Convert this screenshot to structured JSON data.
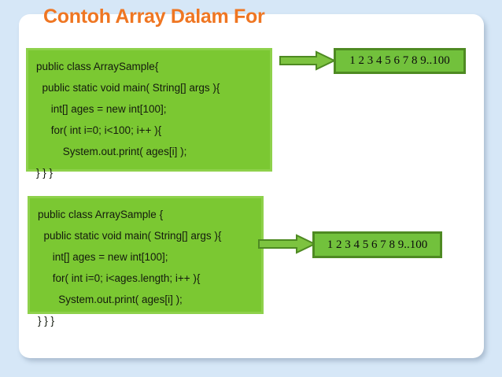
{
  "slide": {
    "title": "Contoh Array Dalam For",
    "background_color": "#d6e7f7",
    "surface_color": "#ffffff",
    "title_color": "#ef7622"
  },
  "code_blocks": [
    {
      "name": "array-sample-fixed-bound",
      "fill_color": "#7bc832",
      "border_color": "#8ed14b",
      "code": "public class ArraySample{\n  public static void main( String[] args ){\n     int[] ages = new int[100];\n     for( int i=0; i<100; i++ ){\n         System.out.print( ages[i] );\n} } }"
    },
    {
      "name": "array-sample-length-bound",
      "fill_color": "#7bc832",
      "border_color": "#8ed14b",
      "code": "public class ArraySample {\n  public static void main( String[] args ){\n     int[] ages = new int[100];\n     for( int i=0; i<ages.length; i++ ){\n       System.out.print( ages[i] );\n} } }"
    }
  ],
  "outputs": [
    {
      "name": "output-fixed-bound",
      "text": "1 2 3 4 5 6 7 8 9..100",
      "fill_color": "#72c13c",
      "border_color": "#4e8a22"
    },
    {
      "name": "output-length-bound",
      "text": "1 2 3 4 5 6 7 8 9..100",
      "fill_color": "#72c13c",
      "border_color": "#4e8a22"
    }
  ],
  "arrows": [
    {
      "name": "arrow-to-output-1",
      "direction": "right",
      "fill_color": "#7dc340",
      "border_color": "#4e8a22"
    },
    {
      "name": "arrow-to-output-2",
      "direction": "right",
      "fill_color": "#7dc340",
      "border_color": "#4e8a22"
    }
  ]
}
